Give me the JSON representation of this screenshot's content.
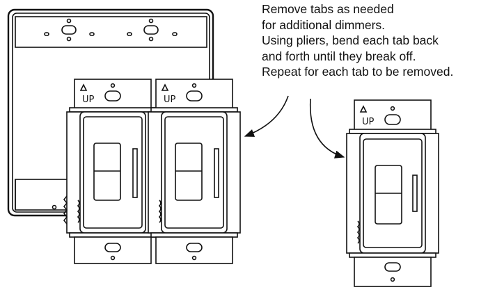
{
  "instructions": {
    "lines": [
      "Remove tabs as needed",
      "for additional dimmers.",
      "Using pliers, bend each tab back",
      "and forth until they break off.",
      "Repeat for each tab to be removed."
    ]
  },
  "dimmers": [
    {
      "up_label": "UP"
    },
    {
      "up_label": "UP"
    },
    {
      "up_label": "UP"
    }
  ],
  "colors": {
    "stroke": "#111111",
    "background": "#ffffff",
    "shading": "#dddddd"
  }
}
